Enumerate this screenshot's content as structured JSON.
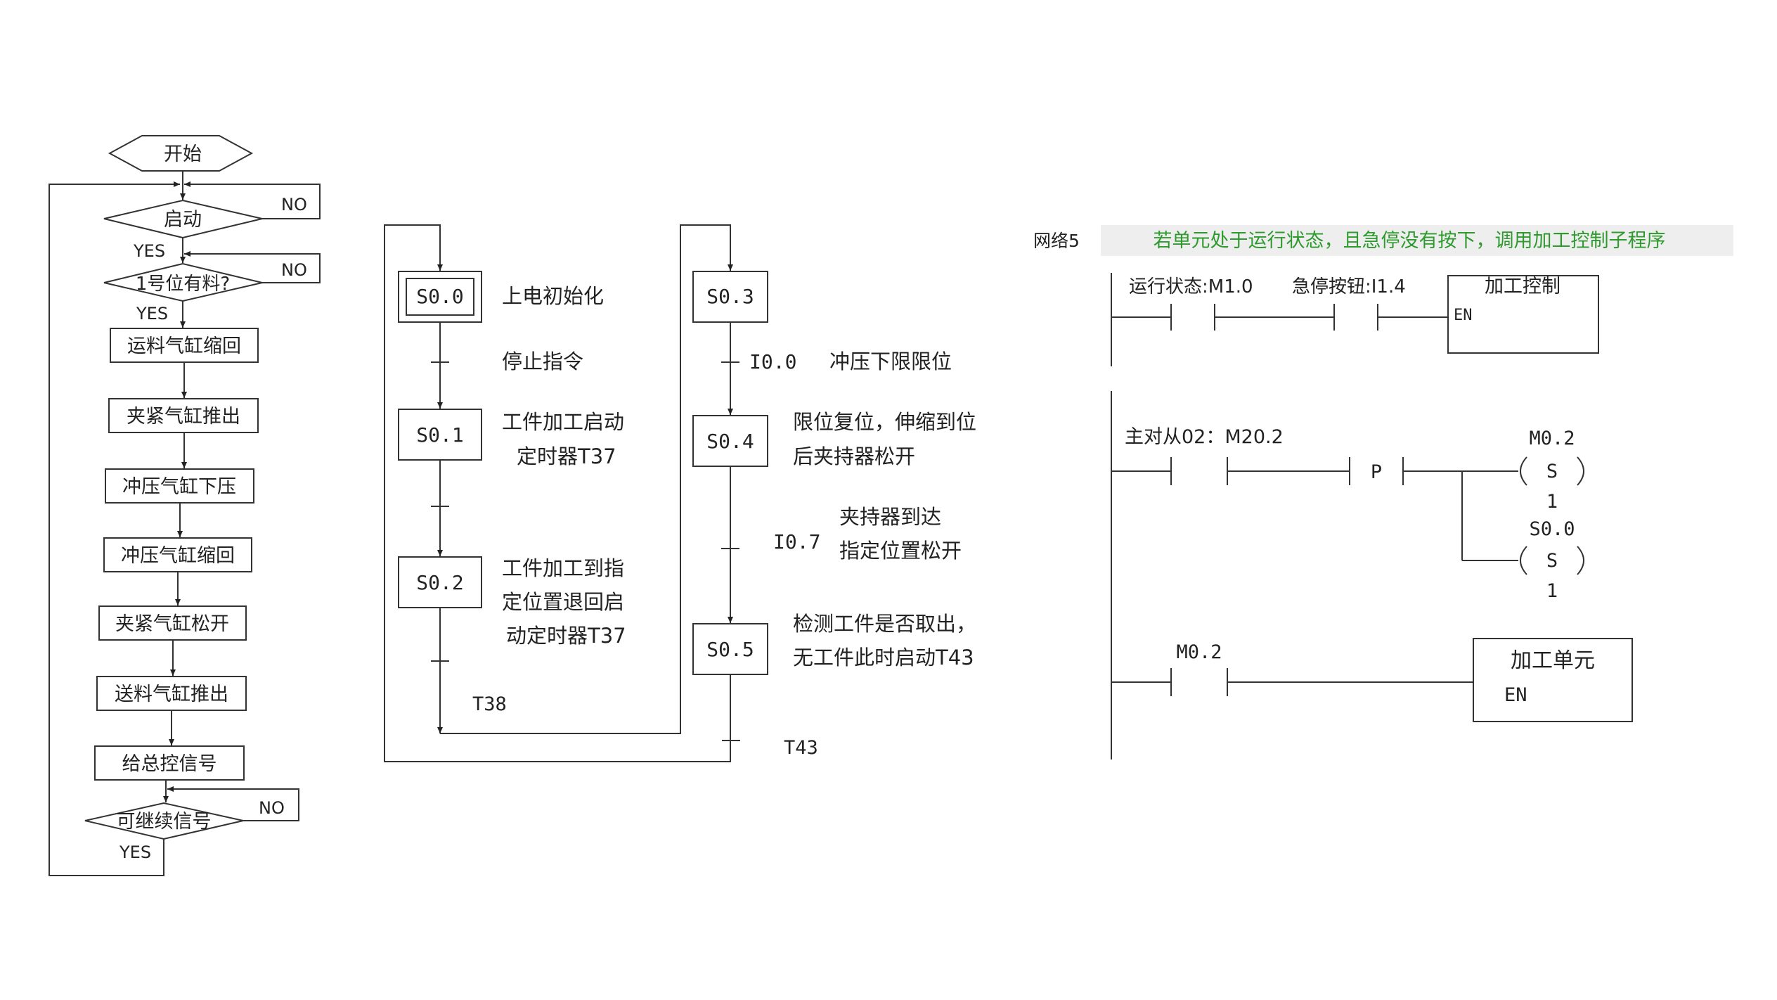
{
  "flowchart": {
    "start": "开始",
    "start_decision": "启动",
    "material_decision": "1号位有料?",
    "steps": [
      "运料气缸缩回",
      "夹紧气缸推出",
      "冲压气缸下压",
      "冲压气缸缩回",
      "夹紧气缸松开",
      "送料气缸推出",
      "给总控信号"
    ],
    "continue_decision": "可继续信号",
    "no": "NO",
    "yes": "YES"
  },
  "sfc": {
    "steps": {
      "s00": "S0.0",
      "s01": "S0.1",
      "s02": "S0.2",
      "s03": "S0.3",
      "s04": "S0.4",
      "s05": "S0.5"
    },
    "actions": {
      "s00": [
        "上电初始化"
      ],
      "s01": [
        "工件加工启动",
        "定时器T37"
      ],
      "s02": [
        "工件加工到指",
        "定位置退回启",
        "动定时器T37"
      ],
      "s03": [],
      "s04": [
        "限位复位，伸缩到位",
        "后夹持器松开"
      ],
      "s05": [
        "检测工件是否取出，",
        "无工件此时启动T43"
      ]
    },
    "transitions": {
      "t_stop": "停止指令",
      "t_t38": "T38",
      "t_i00_addr": "I0.0",
      "t_i00_desc": "冲压下限限位",
      "t_i07_addr": "I0.7",
      "t_i07_desc": [
        "夹持器到达",
        "指定位置松开"
      ],
      "t_t43": "T43"
    }
  },
  "ladder": {
    "network_label": "网络5",
    "network_comment": "若单元处于运行状态，且急停没有按下，调用加工控制子程序",
    "comment_color": "#2e9a2e",
    "comment_bg": "#eeeeee",
    "rung1": {
      "contact1": "运行状态:M1.0",
      "contact2": "急停按钮:I1.4",
      "block_title": "加工控制",
      "block_en": "EN"
    },
    "rung2": {
      "contact": "主对从02：M20.2",
      "edge": "P",
      "coil1_addr": "M0.2",
      "coil1_type": "S",
      "coil1_n": "1",
      "coil2_addr": "S0.0",
      "coil2_type": "S",
      "coil2_n": "1"
    },
    "rung3": {
      "contact": "M0.2",
      "block_title": "加工单元",
      "block_en": "EN"
    }
  }
}
